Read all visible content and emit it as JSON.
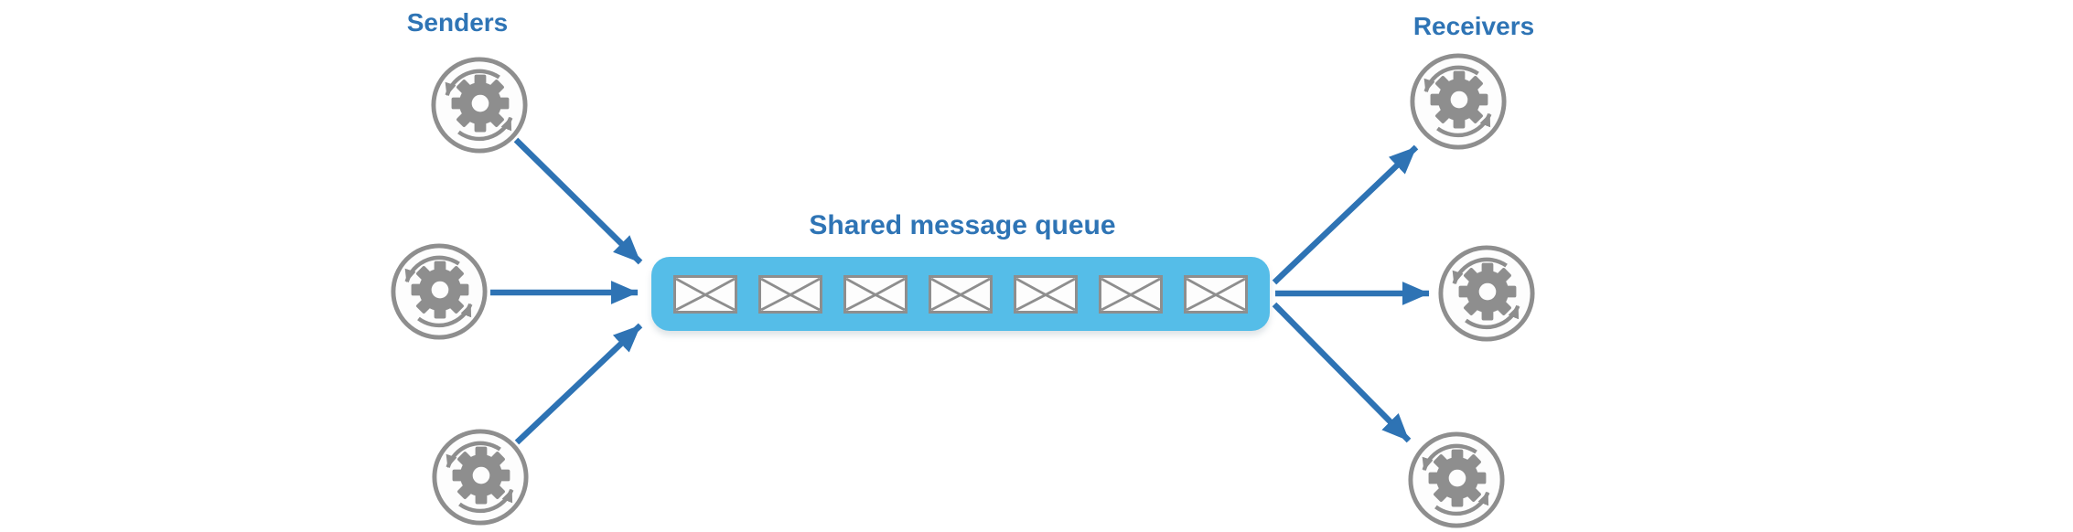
{
  "diagram": {
    "senders_label": "Senders",
    "receivers_label": "Receivers",
    "queue_label": "Shared message queue",
    "queue_message_count": 7,
    "sender_count": 3,
    "receiver_count": 3,
    "icons": {
      "node_icon": "gear-process-icon",
      "message_icon": "envelope-icon"
    },
    "colors": {
      "label_text": "#2E74B5",
      "arrow": "#2E73B4",
      "queue_fill": "#55BDE8",
      "icon_gray": "#8E8E8E",
      "icon_fill": "#FDFDFD",
      "background": "#FFFFFF"
    }
  }
}
